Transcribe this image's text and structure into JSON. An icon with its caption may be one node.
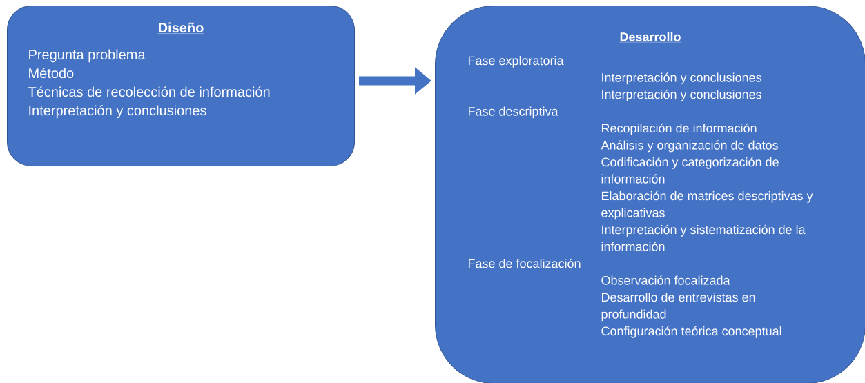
{
  "diagram": {
    "nodes": [
      {
        "text": [
          "Diseño",
          "Pregunta problema",
          "Método",
          "Técnicas de recolección de información",
          "Interpretación y conclusiones"
        ]
      },
      {
        "text": [
          "Desarrollo",
          "Fase exploratoria",
          "Interpretación y conclusiones",
          "Interpretación y conclusiones",
          "Fase descriptiva",
          "Recopilación de información",
          "Análisis y organización de datos",
          "Codificación y categorización de información",
          "Elaboración de matrices descriptivas y explicativas",
          "Interpretación y sistematización de la información",
          "Fase de focalización",
          "Observación focalizada",
          "Desarrollo de entrevistas en profundidad",
          "Configuración teórica conceptual"
        ]
      }
    ],
    "edges": [
      {
        "from": 0,
        "to": 1,
        "arrow": "to"
      }
    ]
  }
}
